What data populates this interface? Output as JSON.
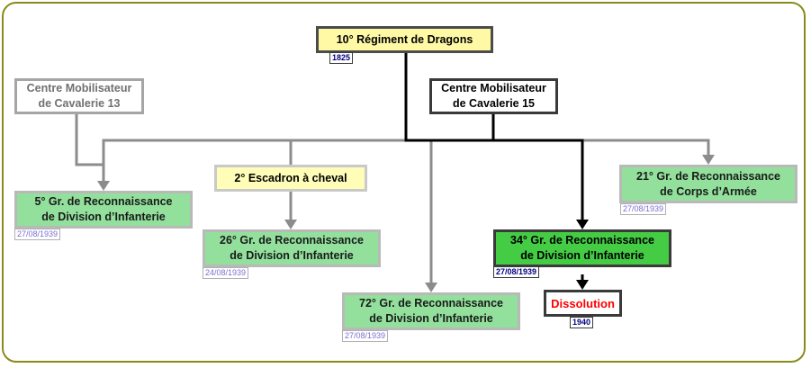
{
  "nodes": {
    "regiment": "10° Régiment de Dragons",
    "cm13": "Centre Mobilisateur\nde Cavalerie 13",
    "cm15": "Centre Mobilisateur\nde Cavalerie 15",
    "escadron": "2° Escadron à cheval",
    "grdi5": "5° Gr. de Reconnaissance\nde Division d’Infanterie",
    "grdi26": "26° Gr. de Reconnaissance\nde Division d’Infanterie",
    "grdi72": "72° Gr. de Reconnaissance\nde Division d’Infanterie",
    "grdi34": "34° Gr. de Reconnaissance\nde Division d’Infanterie",
    "grca21": "21° Gr. de Reconnaissance\nde Corps d’Armée",
    "dissolution": "Dissolution"
  },
  "dates": {
    "regiment": "1825",
    "grdi5": "27/08/1939",
    "grdi26": "24/08/1939",
    "grdi72": "27/08/1939",
    "grdi34": "27/08/1939",
    "grca21": "27/08/1939",
    "dissolution": "1940"
  }
}
